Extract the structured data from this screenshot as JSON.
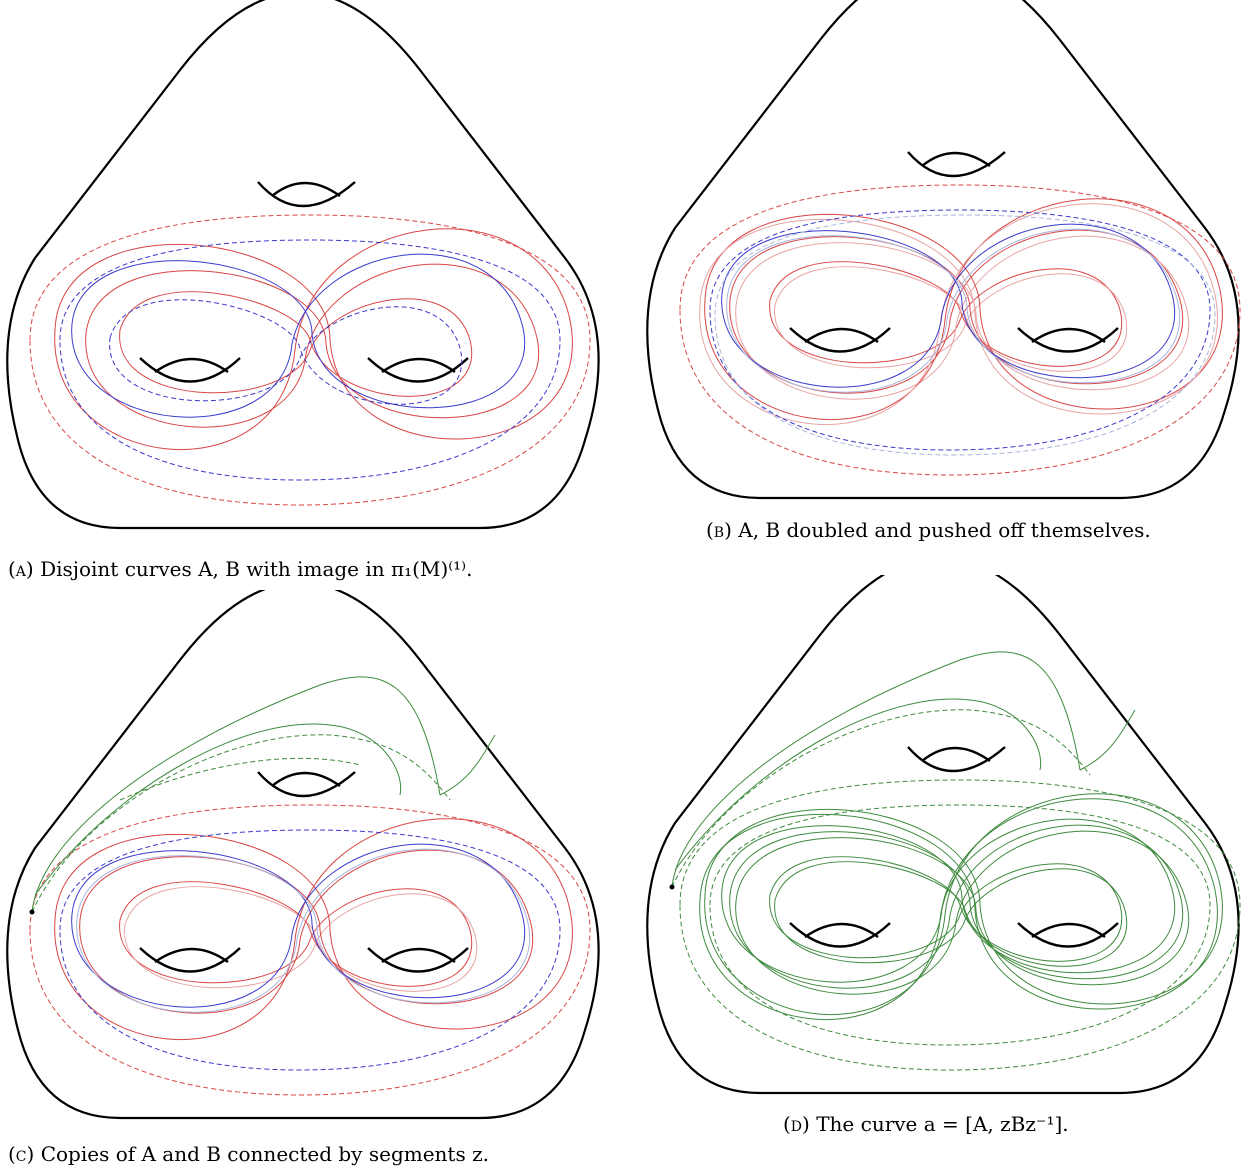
{
  "colors": {
    "outline": "#000000",
    "curve_a": "#d94545",
    "curve_b": "#3a3acc",
    "curve_a_light": "#e8a4a4",
    "curve_b_light": "#a8b6dd",
    "curve_z": "#3f8a3f",
    "background": "#ffffff"
  },
  "panels": [
    {
      "id": "A",
      "caption_tag": "(a)",
      "caption": "Disjoint curves A, B with image in π₁(M)⁽¹⁾."
    },
    {
      "id": "B",
      "caption_tag": "(b)",
      "caption": "A, B doubled and pushed off themselves."
    },
    {
      "id": "C",
      "caption_tag": "(c)",
      "caption": "Copies of A and B connected by segments z."
    },
    {
      "id": "D",
      "caption_tag": "(d)",
      "caption": "The curve a = [A, zBz⁻¹]."
    }
  ]
}
